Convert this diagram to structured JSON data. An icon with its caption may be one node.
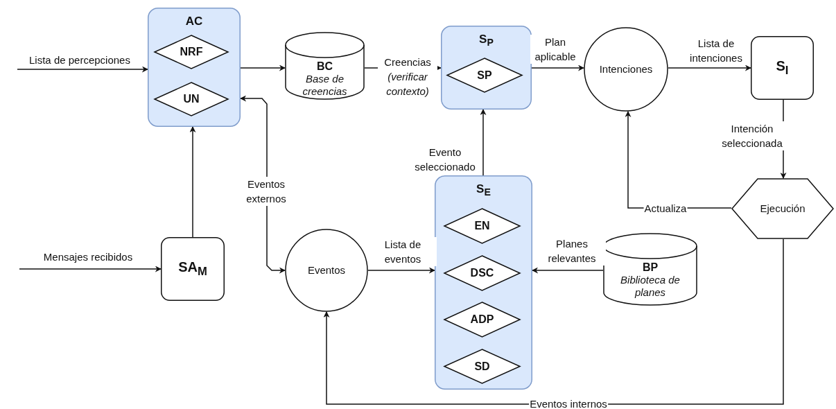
{
  "diagram": {
    "nodes": [
      {
        "text": [
          "AC"
        ]
      },
      {
        "text": [
          "NRF"
        ],
        "in": 0
      },
      {
        "text": [
          "UN"
        ],
        "in": 0
      },
      {
        "text": [
          "BC",
          "Base de creencias"
        ]
      },
      {
        "text": [
          "S$_{P}$"
        ]
      },
      {
        "text": [
          "SP"
        ],
        "in": 4
      },
      {
        "text": [
          "Intenciones"
        ]
      },
      {
        "text": [
          "S$_{I}$"
        ]
      },
      {
        "text": [
          "Ejecución"
        ]
      },
      {
        "text": [
          "SA$_{M}$"
        ]
      },
      {
        "text": [
          "Eventos"
        ]
      },
      {
        "text": [
          "S$_{E}$"
        ]
      },
      {
        "text": [
          "EN"
        ],
        "in": 11
      },
      {
        "text": [
          "DSC"
        ],
        "in": 11
      },
      {
        "text": [
          "ADP"
        ],
        "in": 11
      },
      {
        "text": [
          "SD"
        ],
        "in": 11
      },
      {
        "text": [
          "BP",
          "Biblioteca de planes"
        ]
      }
    ],
    "edges": [
      {
        "from": null,
        "to": 0,
        "arrow": "to",
        "label": "Lista de percepciones"
      },
      {
        "from": 0,
        "to": 3,
        "arrow": "to"
      },
      {
        "from": 3,
        "to": 4,
        "arrow": "to",
        "label": "Creencias *(verificar contexto)*"
      },
      {
        "from": 4,
        "to": 6,
        "arrow": "to",
        "label": "Plan aplicable"
      },
      {
        "from": 6,
        "to": 7,
        "arrow": "to",
        "label": "Lista de intenciones"
      },
      {
        "from": 7,
        "to": 8,
        "arrow": "to",
        "label": "Intención seleccionada"
      },
      {
        "from": 8,
        "to": 6,
        "arrow": "to",
        "label": "Actualiza"
      },
      {
        "from": 8,
        "to": 10,
        "arrow": "to",
        "label": "Eventos internos"
      },
      {
        "from": null,
        "to": 9,
        "arrow": "to",
        "label": "Mensajes recibidos"
      },
      {
        "from": 9,
        "to": 0,
        "arrow": "to"
      },
      {
        "from": 10,
        "to": 0,
        "arrow": "both",
        "label": "Eventos externos"
      },
      {
        "from": 10,
        "to": 11,
        "arrow": "to",
        "label": "Lista de eventos"
      },
      {
        "from": 16,
        "to": 11,
        "arrow": "to",
        "label": "Planes relevantes"
      },
      {
        "from": 11,
        "to": 4,
        "arrow": "to",
        "label": "Evento seleccionado"
      }
    ]
  }
}
